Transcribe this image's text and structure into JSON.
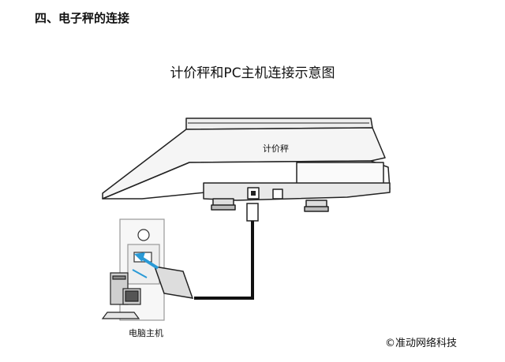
{
  "heading": "四、电子秤的连接",
  "diagram": {
    "title": "计价秤和PC主机连接示意图",
    "scale_label": "计价秤",
    "pc_label": "电脑主机"
  },
  "copyright": "©准动网络科技"
}
